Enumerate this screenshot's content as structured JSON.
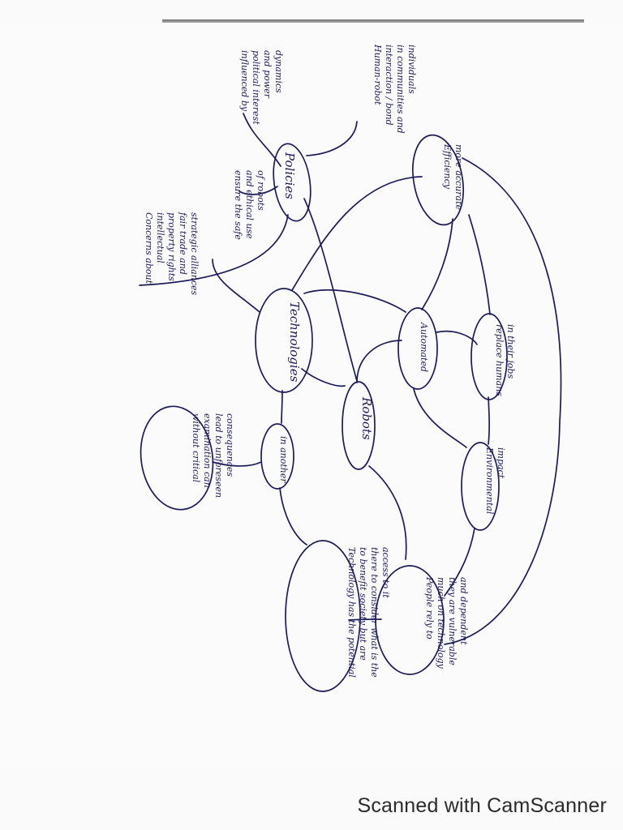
{
  "nodes": {
    "policies": "Policies",
    "human_robot": [
      "Human-robot",
      "interaction / bond",
      "in communities and",
      "individuals"
    ],
    "influenced": [
      "influenced by",
      "political interest",
      "and power",
      "dynamics"
    ],
    "ensure": [
      "ensure the safe",
      "and ethical use",
      "of robots"
    ],
    "concerns": [
      "Concerns about",
      "intellectual",
      "property rights",
      "fair trade and",
      "strategic alliances"
    ],
    "technologies": "Technologies",
    "automated": "Automated",
    "robots": "Robots",
    "more_accurate": [
      "Efficiency",
      "more accurate"
    ],
    "replace": [
      "replace humans",
      "in their jobs"
    ],
    "environmental": [
      "Environmental",
      "impact"
    ],
    "in_another": [
      "in another"
    ],
    "without": [
      "without critical",
      "examination can",
      "lead to unforeseen",
      "consequences"
    ],
    "technology_potential": [
      "Technology has the potential",
      "to benefit society but are",
      "there to consider what is the",
      "access to it"
    ],
    "people_rely": [
      "People rely to",
      "much on technology",
      "they are vulnerable",
      "and dependent"
    ]
  },
  "watermark": "Scanned with CamScanner"
}
